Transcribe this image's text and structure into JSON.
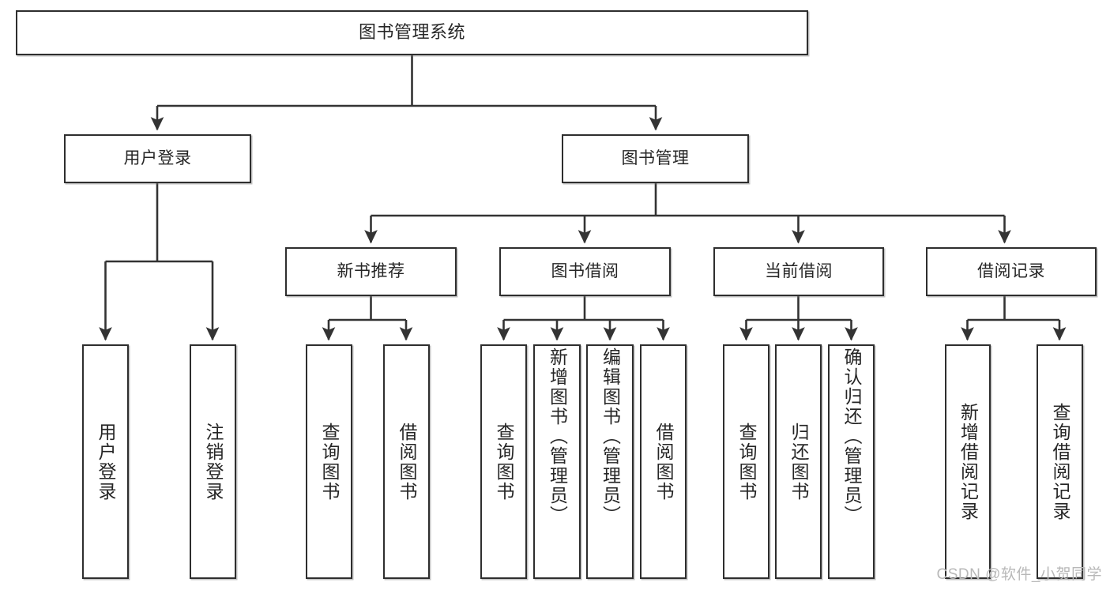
{
  "diagram": {
    "title": "图书管理系统",
    "type": "tree-hierarchy-chart",
    "root": {
      "label": "图书管理系统"
    },
    "level2": [
      {
        "label": "用户登录"
      },
      {
        "label": "图书管理"
      }
    ],
    "level3": [
      {
        "label": "新书推荐"
      },
      {
        "label": "图书借阅"
      },
      {
        "label": "当前借阅"
      },
      {
        "label": "借阅记录"
      }
    ],
    "leaves": {
      "user_login": [
        {
          "label": "用户登录"
        },
        {
          "label": "注销登录"
        }
      ],
      "new_book_recommend": [
        {
          "label": "查询图书"
        },
        {
          "label": "借阅图书"
        }
      ],
      "book_borrow": [
        {
          "label": "查询图书"
        },
        {
          "label": "新增图书（管理员）"
        },
        {
          "label": "编辑图书（管理员）"
        },
        {
          "label": "借阅图书"
        }
      ],
      "current_borrow": [
        {
          "label": "查询图书"
        },
        {
          "label": "归还图书"
        },
        {
          "label": "确认归还（管理员）"
        }
      ],
      "borrow_record": [
        {
          "label": "新增借阅记录"
        },
        {
          "label": "查询借阅记录"
        }
      ]
    }
  },
  "watermark": {
    "text": "CSDN @软件_小贺同学"
  },
  "colors": {
    "border": "#2e2e2e",
    "background": "#ffffff",
    "text": "#262626",
    "edge": "#333333",
    "watermark": "#b8b8b8"
  }
}
